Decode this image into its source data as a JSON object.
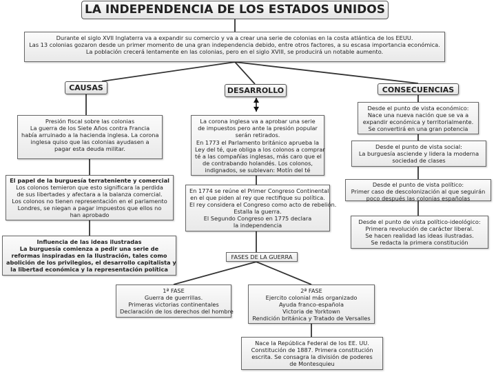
{
  "title": "LA INDEPENDENCIA DE LOS ESTADOS UNIDOS",
  "intro": [
    "Durante  el siglo XVII Inglaterra va a expandir su comercio y va a crear una serie de colonias en la costa atlántica de los EEUU.",
    "Las 13 colonias gozaron desde un primer momento de una gran independencia debido, entre otros factores, a su escasa importancia económica.",
    "La población crecerá lentamente en las colonias, pero en el siglo XVIII, se producirá un notable aumento."
  ],
  "headings": {
    "causas": "CAUSAS",
    "desarrollo": "DESARROLLO",
    "consecuencias": "CONSECUENCIAS",
    "fases": "FASES DE LA GUERRA"
  },
  "causas": {
    "box1": [
      "Presión fiscal sobre las colonias",
      "La guerra de los Siete Años contra Francia",
      "había arruinado a la hacienda inglesa. La corona",
      "inglesa quiso que las colonias ayudasen a",
      "pagar esta deuda militar."
    ],
    "box2_title": "El papel de la burguesía terrateniente y comercial",
    "box2": [
      "Los colonos temieron que esto significara la perdida",
      "de sus libertades y afectara a la balanza comercial.",
      "Los colonos no tienen representación en el parlamento",
      "Londres, se niegan a pagar impuestos que ellos no",
      "han aprobado"
    ],
    "box3_title": "Influencia de las ideas ilustradas",
    "box3": [
      "La burguesía comienza a pedir una serie de",
      "reformas inspiradas en la Ilustración, tales como",
      "abolición de los privilegios, el desarrollo capitalista y",
      "la libertad económica y la representación política"
    ]
  },
  "desarrollo": {
    "box1": [
      "La corona inglesa va a aprobar una serie",
      "de impuestos pero ante la presión popular",
      "serán retirados.",
      "En 1773 el Parlamento británico aprueba la",
      "Ley del té, que obliga a los colonos a comprar",
      "té a las compañías inglesas, más caro que el",
      "de contrabando holandés. Los colonos,",
      "indignados, se sublevan: Motín del té"
    ],
    "box2": [
      "En 1774 se reúne el Primer Congreso Continental",
      "en el que piden al rey que rectifique su política.",
      "El rey considera el Congreso como acto de rebelión.",
      "Estalla la guerra.",
      "El Segundo Congreso en 1775 declara",
      "la independencia"
    ]
  },
  "fases": {
    "fase1": [
      "1ª FASE",
      "Guerra de guerrillas.",
      "Primeras victorias continentales",
      "Declaración de los derechos del hombre"
    ],
    "fase2": [
      "2ª FASE",
      "Ejercito colonial más organizado",
      "Ayuda franco-española",
      "Victoria de Yorktown",
      "Rendición británica y Tratado de Versalles"
    ],
    "result": [
      "Nace la República Federal de los EE. UU.",
      "Constitución de 1887. Primera constitución",
      "escrita. Se consagra la división de poderes",
      "de Montesquieu"
    ]
  },
  "consecuencias": {
    "box1": [
      "Desde el punto de vista económico:",
      "Nace una nueva nación que se va a",
      "expandir económica y territorialmente.",
      "Se convertirá en una gran potencia"
    ],
    "box2": [
      "Desde el punto de vista social:",
      "La burguesía asciende y lidera la moderna",
      "sociedad de clases"
    ],
    "box3": [
      "Desde el punto de vista político:",
      "Primer caso de descolonización al que seguirán",
      "poco después las colonias españolas"
    ],
    "box4": [
      "Desde el punto de vista político-ideológico:",
      "Primera revolución de carácter liberal.",
      "Se hacen realidad las ideas ilustradas.",
      "Se redacta la primera constitución"
    ]
  }
}
